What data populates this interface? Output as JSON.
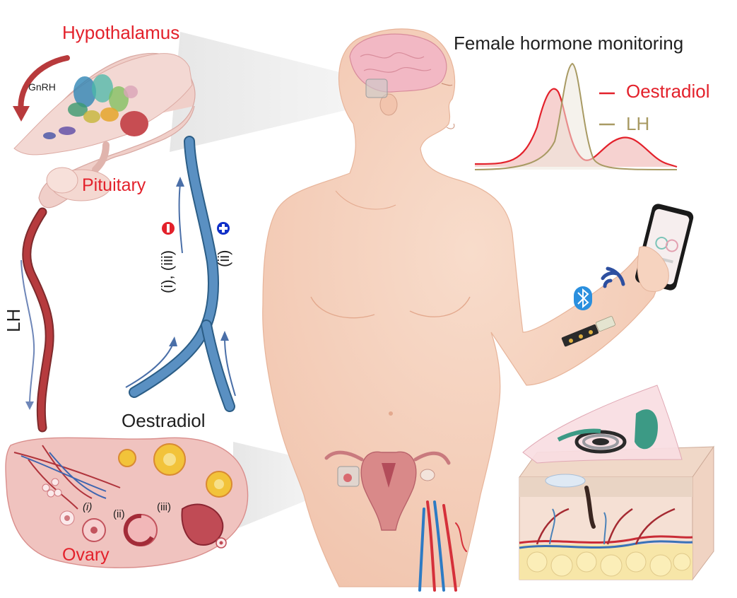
{
  "labels": {
    "hypothalamus": "Hypothalamus",
    "gnrh": "GnRH",
    "pituitary": "Pituitary",
    "lh_axis": "LH",
    "feedback_negative": "(i), (iii)",
    "feedback_positive": "(ii)",
    "oestradiol_pathway": "Oestradiol",
    "ovary": "Ovary",
    "follicle_i": "(i)",
    "follicle_ii": "(ii)",
    "follicle_iii": "(iii)"
  },
  "monitoring": {
    "title": "Female hormone monitoring",
    "legend": [
      {
        "label": "Oestradiol",
        "color": "#e3212b"
      },
      {
        "label": "LH",
        "color": "#a89a63"
      }
    ]
  },
  "colors": {
    "skin": "#f6d3bf",
    "skin_shadow": "#e9b8a0",
    "artery": "#b3363a",
    "vein": "#5a8fc0",
    "oestradiol": "#e3212b",
    "lh": "#a89a63",
    "negative_badge": "#e3212b",
    "positive_badge": "#1030c8"
  },
  "icons": [
    "bluetooth-icon",
    "wifi-signal-icon",
    "smartphone-icon",
    "wearable-patch-icon"
  ]
}
